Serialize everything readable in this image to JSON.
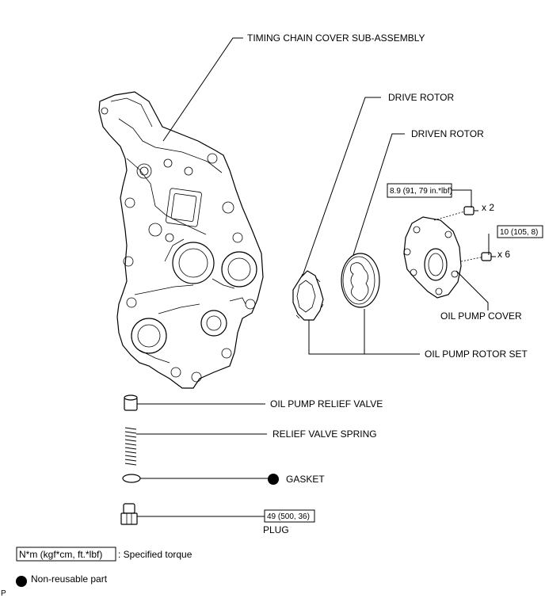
{
  "labels": {
    "timing_chain_cover": "TIMING CHAIN COVER SUB-ASSEMBLY",
    "drive_rotor": "DRIVE ROTOR",
    "driven_rotor": "DRIVEN ROTOR",
    "oil_pump_cover": "OIL PUMP COVER",
    "oil_pump_rotor_set": "OIL PUMP ROTOR SET",
    "oil_pump_relief_valve": "OIL PUMP RELIEF VALVE",
    "relief_valve_spring": "RELIEF VALVE SPRING",
    "gasket": "GASKET",
    "plug": "PLUG"
  },
  "torque": {
    "cover_bolt_a": "8.9 (91, 79 in.*lbf)",
    "cover_bolt_b": "10 (105, 8)",
    "plug": "49 (500, 36)"
  },
  "quantities": {
    "bolt_a": "x 2",
    "bolt_b": "x 6"
  },
  "legend": {
    "torque_unit": "N*m (kgf*cm, ft.*lbf)",
    "torque_desc": ": Specified torque",
    "nonreusable_desc": "Non-reusable part"
  },
  "corner_mark": "P"
}
